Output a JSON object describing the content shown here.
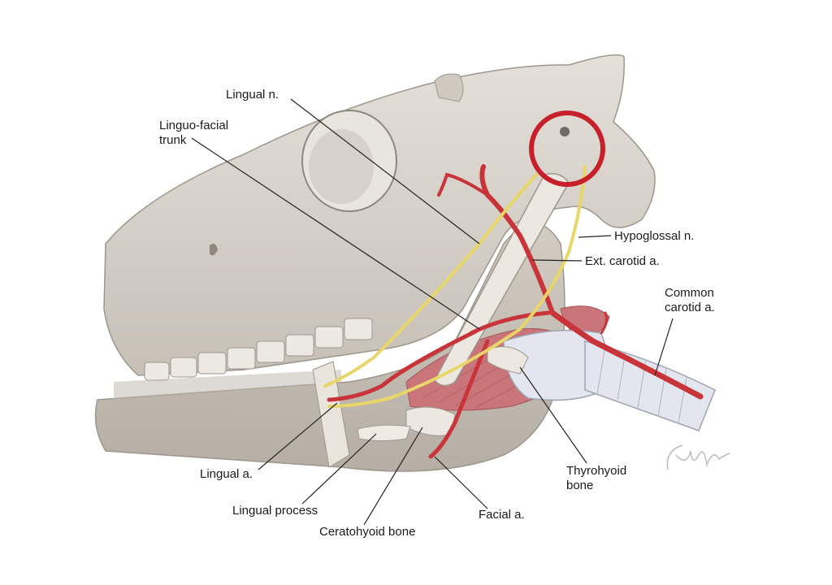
{
  "labels": {
    "lingual_n": "Lingual n.",
    "linguo_facial_1": "Linguo-facial",
    "linguo_facial_2": "trunk",
    "hypoglossal_n": "Hypoglossal n.",
    "ext_carotid_a": "Ext. carotid a.",
    "common_carotid_1": "Common",
    "common_carotid_2": "carotid a.",
    "thyrohyoid_1": "Thyrohyoid",
    "thyrohyoid_2": "bone",
    "lingual_a": "Lingual a.",
    "lingual_process": "Lingual process",
    "facial_a": "Facial a.",
    "ceratohyoid_bone": "Ceratohyoid bone"
  },
  "colors": {
    "bone": "#d9d4cc",
    "bone_shadow": "#a7a199",
    "artery": "#c9343a",
    "nerve": "#e9d870",
    "muscle": "#c56a6e",
    "trachea": "#e3e6ee",
    "highlight_circle": "#c8202a",
    "leader_line": "#222222"
  },
  "illustration": {
    "subject": "horse-head-lateral-view",
    "signature": "artist-signature"
  }
}
